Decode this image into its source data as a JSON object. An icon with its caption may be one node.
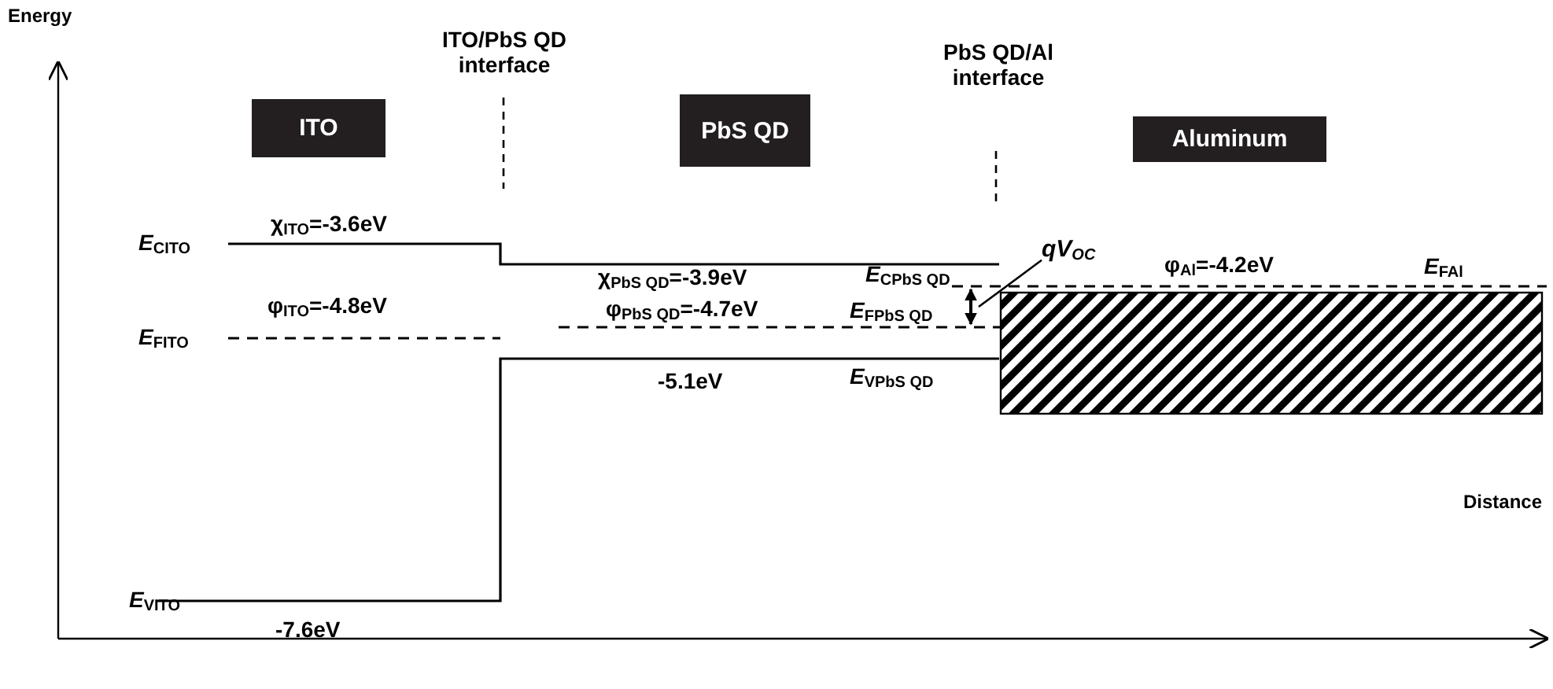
{
  "diagram": {
    "nodes": [
      {
        "text": [
          "ITO"
        ]
      },
      {
        "text": [
          "PbS QD"
        ]
      },
      {
        "text": [
          "Aluminum"
        ]
      },
      {
        "text": [
          "qV$_{OC}$"
        ]
      },
      {
        "text": [],
        "shape": "arrow"
      },
      {
        "text": [],
        "shape": "box"
      }
    ],
    "edges": [
      {
        "from": 3,
        "to": 4,
        "arrow": "none"
      }
    ],
    "labels": [
      "Energy",
      "ITO/PbS QD interface",
      "PbS QD/Al interface",
      "χ$_{ITO}$=-3.6eV",
      "*E*$_{CITO}$",
      "χ$_{PbS QD}$=-3.9eV",
      "*E*$_{CPbS QD}$",
      "φ$_{Al}$=-4.2eV",
      "*E*$_{FAl}$",
      "φ$_{ITO}$=-4.8eV",
      "φ$_{PbS QD}$=-4.7eV",
      "*E*$_{FPbS QD}$",
      "*E*$_{FITO}$",
      "-5.1eV",
      "*E*$_{VPbS QD}$",
      "*E*$_{VITO}$",
      "-7.6eV",
      "Distance"
    ]
  }
}
